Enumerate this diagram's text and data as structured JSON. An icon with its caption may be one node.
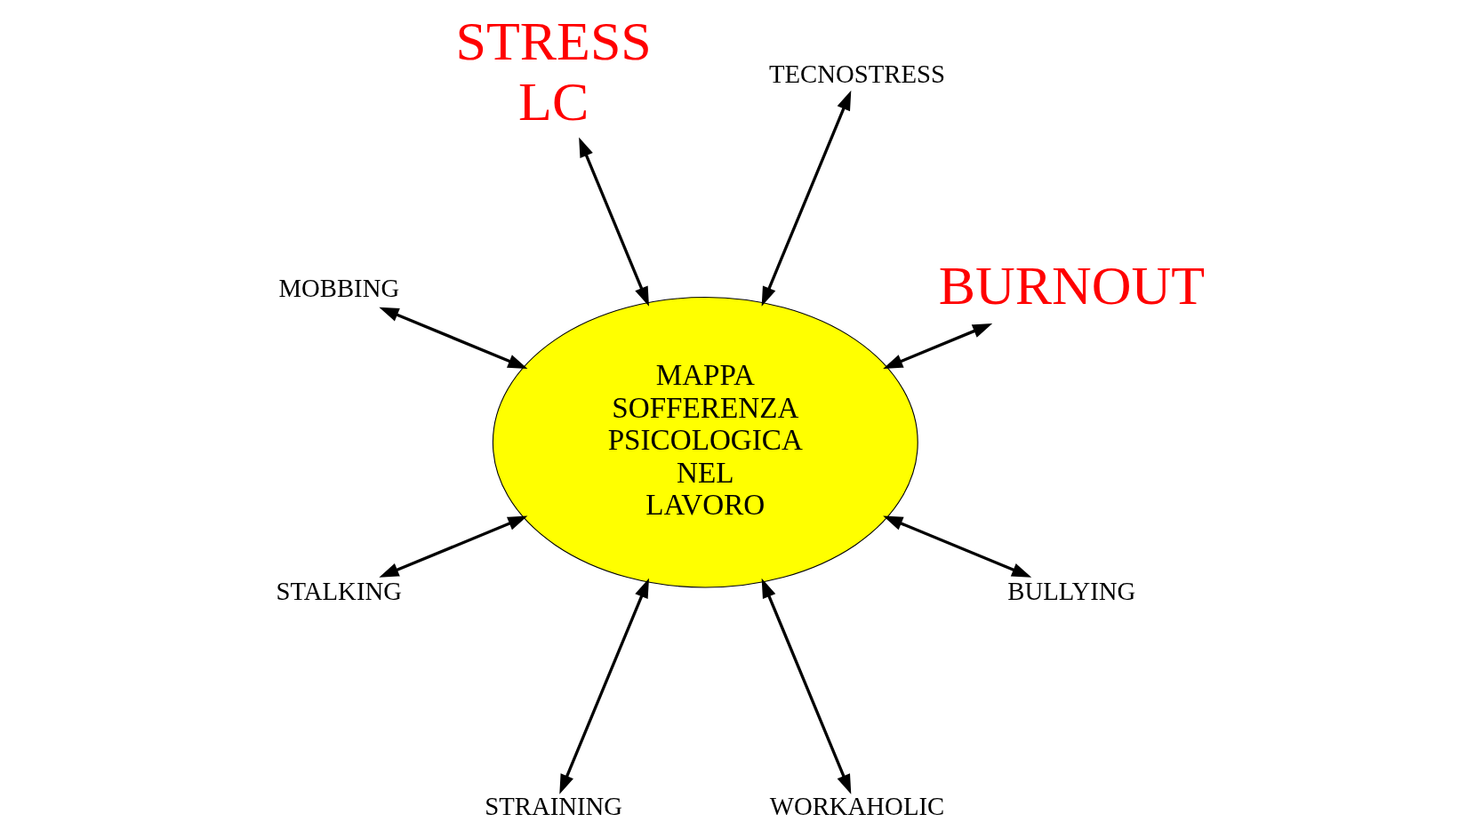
{
  "diagram": {
    "nodes": [
      {
        "text": [
          "MAPPA SOFFERENZA PSICOLOGICA NEL LAVORO"
        ]
      },
      {
        "text": [
          "BURNOUT"
        ]
      },
      {
        "text": [
          "TECNOSTRESS"
        ]
      },
      {
        "text": [
          "STRESS LC"
        ]
      },
      {
        "text": [
          "MOBBING"
        ]
      },
      {
        "text": [
          "STALKING"
        ]
      },
      {
        "text": [
          "STRAINING"
        ]
      },
      {
        "text": [
          "WORKAHOLIC"
        ]
      },
      {
        "text": [
          "BULLYING"
        ]
      }
    ],
    "edges": [
      {
        "from": 0,
        "to": 2,
        "arrow": "both"
      },
      {
        "from": 0,
        "to": 3,
        "arrow": "both"
      },
      {
        "from": 0,
        "to": 5,
        "arrow": "both"
      },
      {
        "from": 0,
        "to": 7,
        "arrow": "both"
      },
      {
        "from": 0,
        "to": 8,
        "arrow": "both"
      },
      {
        "from": 0,
        "to": 6,
        "arrow": "both"
      },
      {
        "from": 0,
        "to": 4,
        "arrow": "both"
      },
      {
        "from": 0,
        "to": 1,
        "arrow": "both"
      }
    ]
  }
}
